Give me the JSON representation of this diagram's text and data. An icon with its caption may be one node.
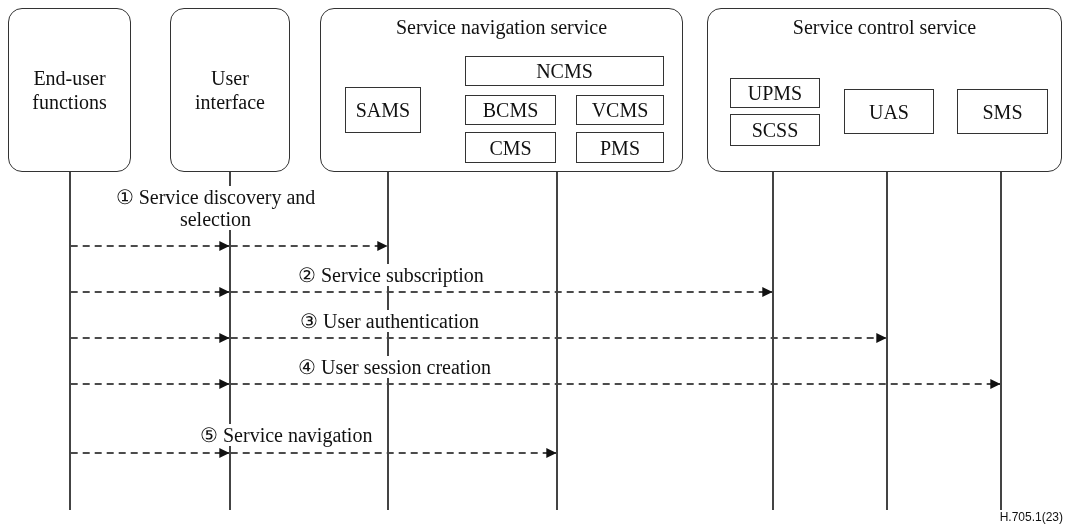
{
  "diagram": {
    "nodes": [
      {
        "text": [
          "End-user functions"
        ]
      },
      {
        "text": [
          "User interface"
        ]
      },
      {
        "text": [
          "Service navigation service"
        ]
      },
      {
        "text": [
          "SAMS"
        ],
        "in": 2
      },
      {
        "text": [
          "NCMS"
        ],
        "in": 2
      },
      {
        "text": [
          "BCMS"
        ],
        "in": 2
      },
      {
        "text": [
          "VCMS"
        ],
        "in": 2
      },
      {
        "text": [
          "CMS"
        ],
        "in": 2
      },
      {
        "text": [
          "PMS"
        ],
        "in": 2
      },
      {
        "text": [
          "Service control service"
        ]
      },
      {
        "text": [
          "UPMS"
        ],
        "in": 9
      },
      {
        "text": [
          "SCSS"
        ],
        "in": 9
      },
      {
        "text": [
          "UAS"
        ],
        "in": 9
      },
      {
        "text": [
          "SMS"
        ],
        "in": 9
      },
      {
        "text": [],
        "shape": "line"
      },
      {
        "text": [],
        "shape": "line"
      },
      {
        "text": [],
        "shape": "line"
      },
      {
        "text": [],
        "shape": "line"
      },
      {
        "text": [],
        "shape": "line"
      },
      {
        "text": [],
        "shape": "line"
      },
      {
        "text": [],
        "shape": "line"
      }
    ],
    "edges": [
      {
        "from": 14,
        "to": 15,
        "arrow": "to",
        "style": "dashed"
      },
      {
        "from": 15,
        "to": 16,
        "arrow": "to",
        "style": "dashed",
        "label": "① Service discovery and selection"
      },
      {
        "from": 14,
        "to": 15,
        "arrow": "to",
        "style": "dashed"
      },
      {
        "from": 15,
        "to": 18,
        "arrow": "to",
        "style": "dashed",
        "label": "② Service subscription"
      },
      {
        "from": 14,
        "to": 15,
        "arrow": "to",
        "style": "dashed"
      },
      {
        "from": 15,
        "to": 19,
        "arrow": "to",
        "style": "dashed",
        "label": "③ User authentication"
      },
      {
        "from": 14,
        "to": 15,
        "arrow": "to",
        "style": "dashed"
      },
      {
        "from": 15,
        "to": 20,
        "arrow": "to",
        "style": "dashed",
        "label": "④ User session creation"
      },
      {
        "from": 14,
        "to": 15,
        "arrow": "to",
        "style": "dashed"
      },
      {
        "from": 15,
        "to": 17,
        "arrow": "to",
        "style": "dashed",
        "label": "⑤ Service navigation"
      }
    ],
    "labels": [
      "H.705.1(23)"
    ]
  }
}
